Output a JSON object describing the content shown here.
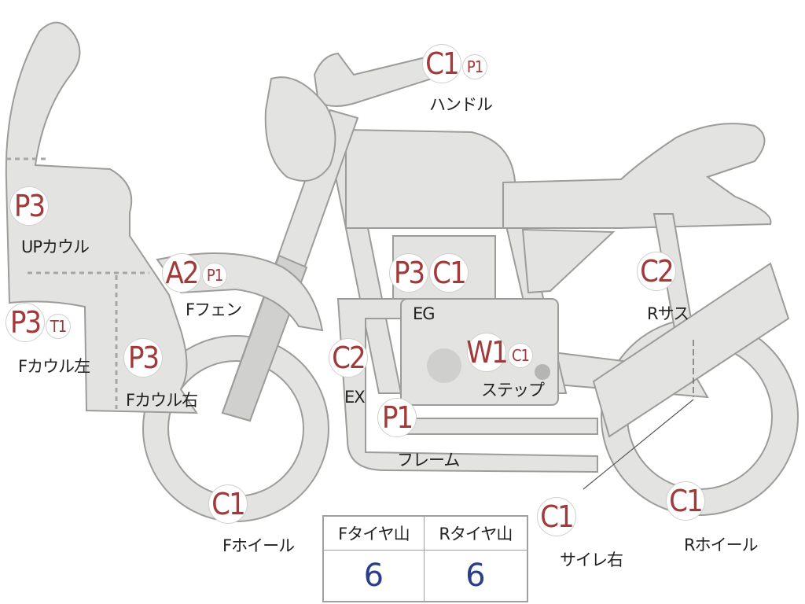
{
  "parts": [
    {
      "id": "handle",
      "label": "ハンドル",
      "badges": [
        {
          "code": "C1",
          "size": "big"
        },
        {
          "code": "P1",
          "size": "small"
        }
      ]
    },
    {
      "id": "up-cowl",
      "label": "UPカウル",
      "badges": [
        {
          "code": "P3",
          "size": "big"
        }
      ]
    },
    {
      "id": "f-fender",
      "label": "Fフェン",
      "badges": [
        {
          "code": "A2",
          "size": "big"
        },
        {
          "code": "P1",
          "size": "small"
        }
      ]
    },
    {
      "id": "engine",
      "label": "EG",
      "badges": [
        {
          "code": "P3",
          "size": "big"
        },
        {
          "code": "C1",
          "size": "big"
        }
      ]
    },
    {
      "id": "r-suspension",
      "label": "Rサス",
      "badges": [
        {
          "code": "C2",
          "size": "big"
        }
      ]
    },
    {
      "id": "f-cowl-left",
      "label": "Fカウル左",
      "badges": [
        {
          "code": "P3",
          "size": "big"
        },
        {
          "code": "T1",
          "size": "small"
        }
      ]
    },
    {
      "id": "f-cowl-right",
      "label": "Fカウル右",
      "badges": [
        {
          "code": "P3",
          "size": "big"
        }
      ]
    },
    {
      "id": "exhaust",
      "label": "EX",
      "badges": [
        {
          "code": "C2",
          "size": "big"
        }
      ]
    },
    {
      "id": "step",
      "label": "ステップ",
      "badges": [
        {
          "code": "W1",
          "size": "big"
        },
        {
          "code": "C1",
          "size": "small"
        }
      ]
    },
    {
      "id": "frame",
      "label": "フレーム",
      "badges": [
        {
          "code": "P1",
          "size": "big"
        }
      ]
    },
    {
      "id": "f-wheel",
      "label": "Fホイール",
      "badges": [
        {
          "code": "C1",
          "size": "big"
        }
      ]
    },
    {
      "id": "silencer-right",
      "label": "サイレ右",
      "badges": [
        {
          "code": "C1",
          "size": "big"
        }
      ]
    },
    {
      "id": "r-wheel",
      "label": "Rホイール",
      "badges": [
        {
          "code": "C1",
          "size": "big"
        }
      ]
    }
  ],
  "tire_tread": {
    "headers": [
      "Fタイヤ山",
      "Rタイヤ山"
    ],
    "values": [
      "6",
      "6"
    ]
  },
  "colors": {
    "badge_text": "#a23a3a",
    "value_text": "#2a3f8a",
    "body_fill": "#e3e3e1",
    "outline": "#9c9c9a"
  }
}
